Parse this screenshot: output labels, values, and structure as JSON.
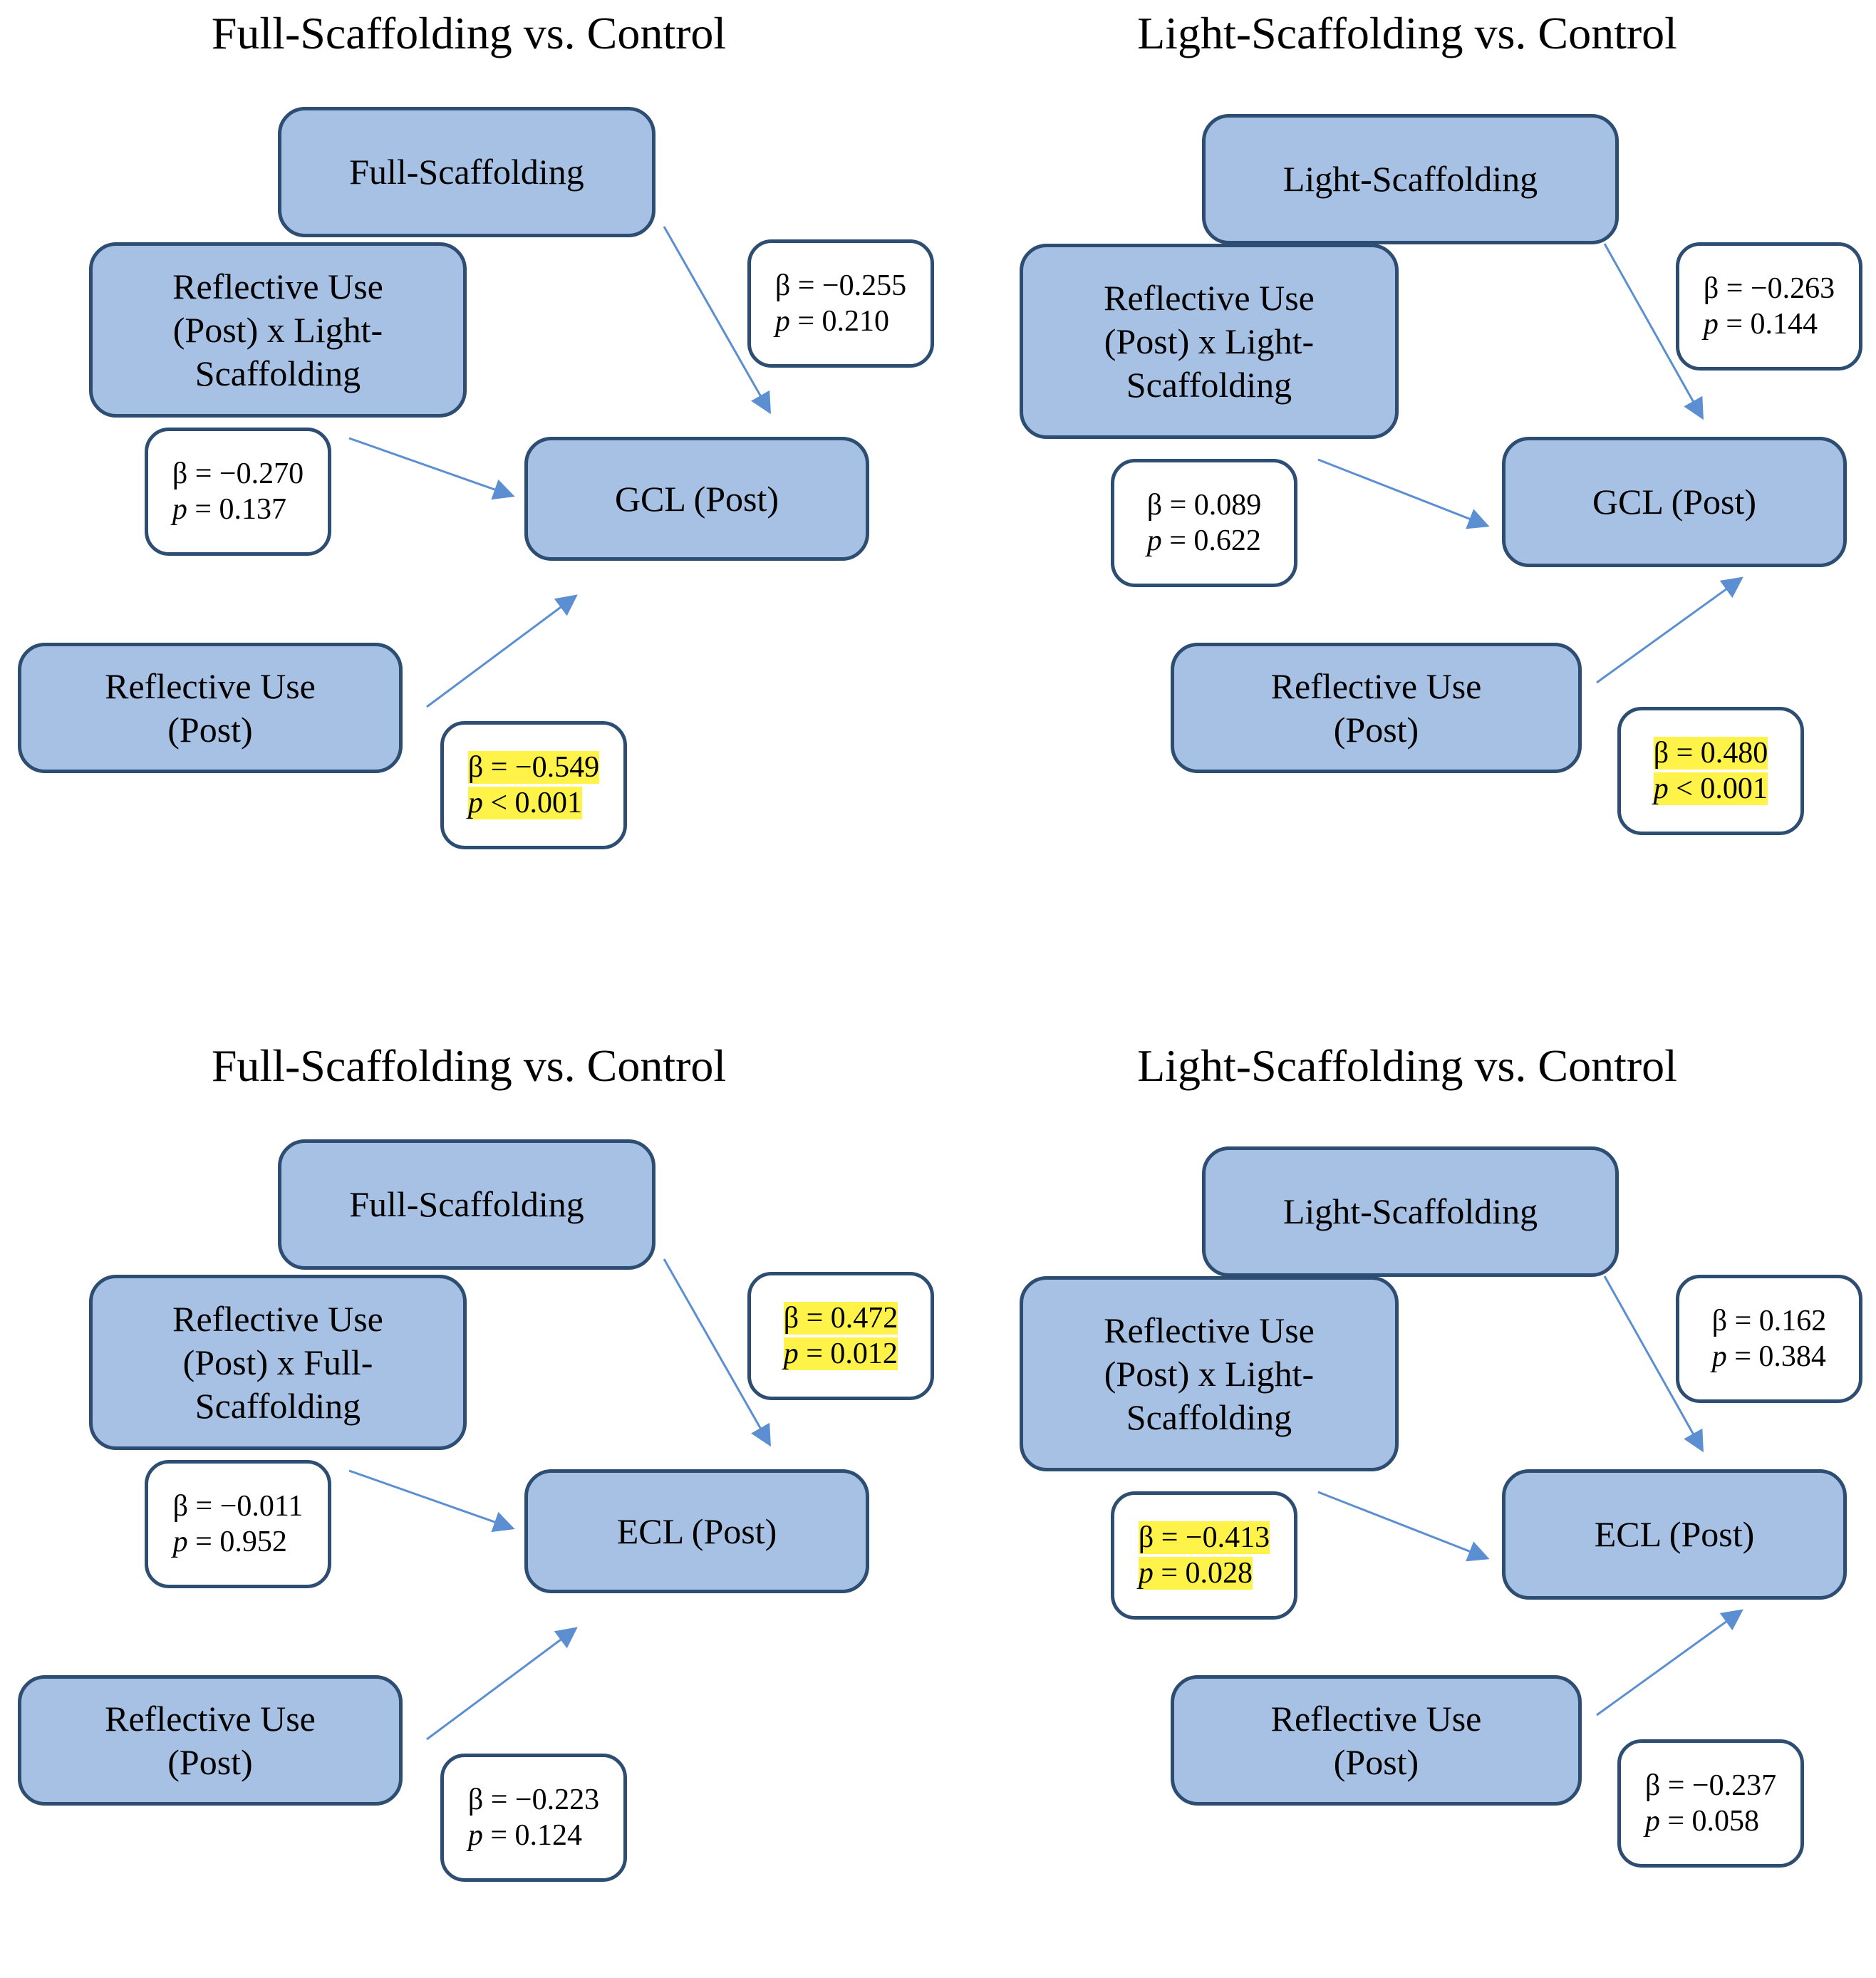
{
  "colors": {
    "node_fill": "#a6c1e3",
    "node_border": "#2d4d72",
    "arrow": "#5b8fd1",
    "highlight": "#fff34a"
  },
  "panels": [
    {
      "title": "Full-Scaffolding vs. Control",
      "nodes": {
        "moderator": "Full-Scaffolding",
        "interaction": "Reflective Use\n(Post) x Light-\nScaffolding",
        "predictor": "Reflective Use\n(Post)",
        "outcome": "GCL (Post)"
      },
      "stats": {
        "moderator": {
          "beta": "β = −0.255",
          "p": "= 0.210",
          "highlighted": false
        },
        "interaction": {
          "beta": "β = −0.270",
          "p": "= 0.137",
          "highlighted": false
        },
        "predictor": {
          "beta": "β = −0.549",
          "p": "< 0.001",
          "highlighted": true
        }
      }
    },
    {
      "title": "Light-Scaffolding vs. Control",
      "nodes": {
        "moderator": "Light-Scaffolding",
        "interaction": "Reflective Use\n(Post) x Light-\nScaffolding",
        "predictor": "Reflective Use\n(Post)",
        "outcome": "GCL (Post)"
      },
      "stats": {
        "moderator": {
          "beta": "β = −0.263",
          "p": "= 0.144",
          "highlighted": false
        },
        "interaction": {
          "beta": "β = 0.089",
          "p": "= 0.622",
          "highlighted": false
        },
        "predictor": {
          "beta": "β = 0.480",
          "p": "< 0.001",
          "highlighted": true
        }
      }
    },
    {
      "title": "Full-Scaffolding vs. Control",
      "nodes": {
        "moderator": "Full-Scaffolding",
        "interaction": "Reflective Use\n(Post) x Full-\nScaffolding",
        "predictor": "Reflective Use\n(Post)",
        "outcome": "ECL (Post)"
      },
      "stats": {
        "moderator": {
          "beta": "β = 0.472",
          "p": "= 0.012",
          "highlighted": true
        },
        "interaction": {
          "beta": "β = −0.011",
          "p": "= 0.952",
          "highlighted": false
        },
        "predictor": {
          "beta": "β = −0.223",
          "p": "= 0.124",
          "highlighted": false
        }
      }
    },
    {
      "title": "Light-Scaffolding vs. Control",
      "nodes": {
        "moderator": "Light-Scaffolding",
        "interaction": "Reflective Use\n(Post) x Light-\nScaffolding",
        "predictor": "Reflective Use\n(Post)",
        "outcome": "ECL (Post)"
      },
      "stats": {
        "moderator": {
          "beta": "β = 0.162",
          "p": "= 0.384",
          "highlighted": false
        },
        "interaction": {
          "beta": "β = −0.413",
          "p": "= 0.028",
          "highlighted": true
        },
        "predictor": {
          "beta": "β = −0.237",
          "p": "= 0.058",
          "highlighted": false
        }
      }
    }
  ]
}
